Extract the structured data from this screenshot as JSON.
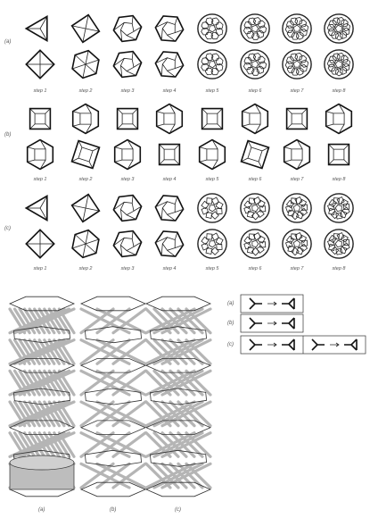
{
  "panels": [
    {
      "label": "(a)",
      "steps": [
        "step 1",
        "step 2",
        "step 3",
        "step 4",
        "step 5",
        "step 6",
        "step 7",
        "step 8"
      ]
    },
    {
      "label": "(b)",
      "steps": [
        "step 1",
        "step 2",
        "step 3",
        "step 4",
        "step 5",
        "step 6",
        "step 7",
        "step 8"
      ]
    },
    {
      "label": "(c)",
      "steps": [
        "step 1",
        "step 2",
        "step 3",
        "step 4",
        "step 5",
        "step 6",
        "step 7",
        "step 8"
      ]
    }
  ],
  "towers": [
    {
      "label": "(a)",
      "style": "dense"
    },
    {
      "label": "(b)",
      "style": "open"
    },
    {
      "label": "(c)",
      "style": "medium"
    }
  ],
  "legend": [
    {
      "label": "(a)",
      "segments": 1
    },
    {
      "label": "(b)",
      "segments": 1
    },
    {
      "label": "(c)",
      "segments": 2
    }
  ],
  "colors": {
    "ink": "#222222",
    "strut": "#b5b5b5",
    "label": "#555555"
  }
}
